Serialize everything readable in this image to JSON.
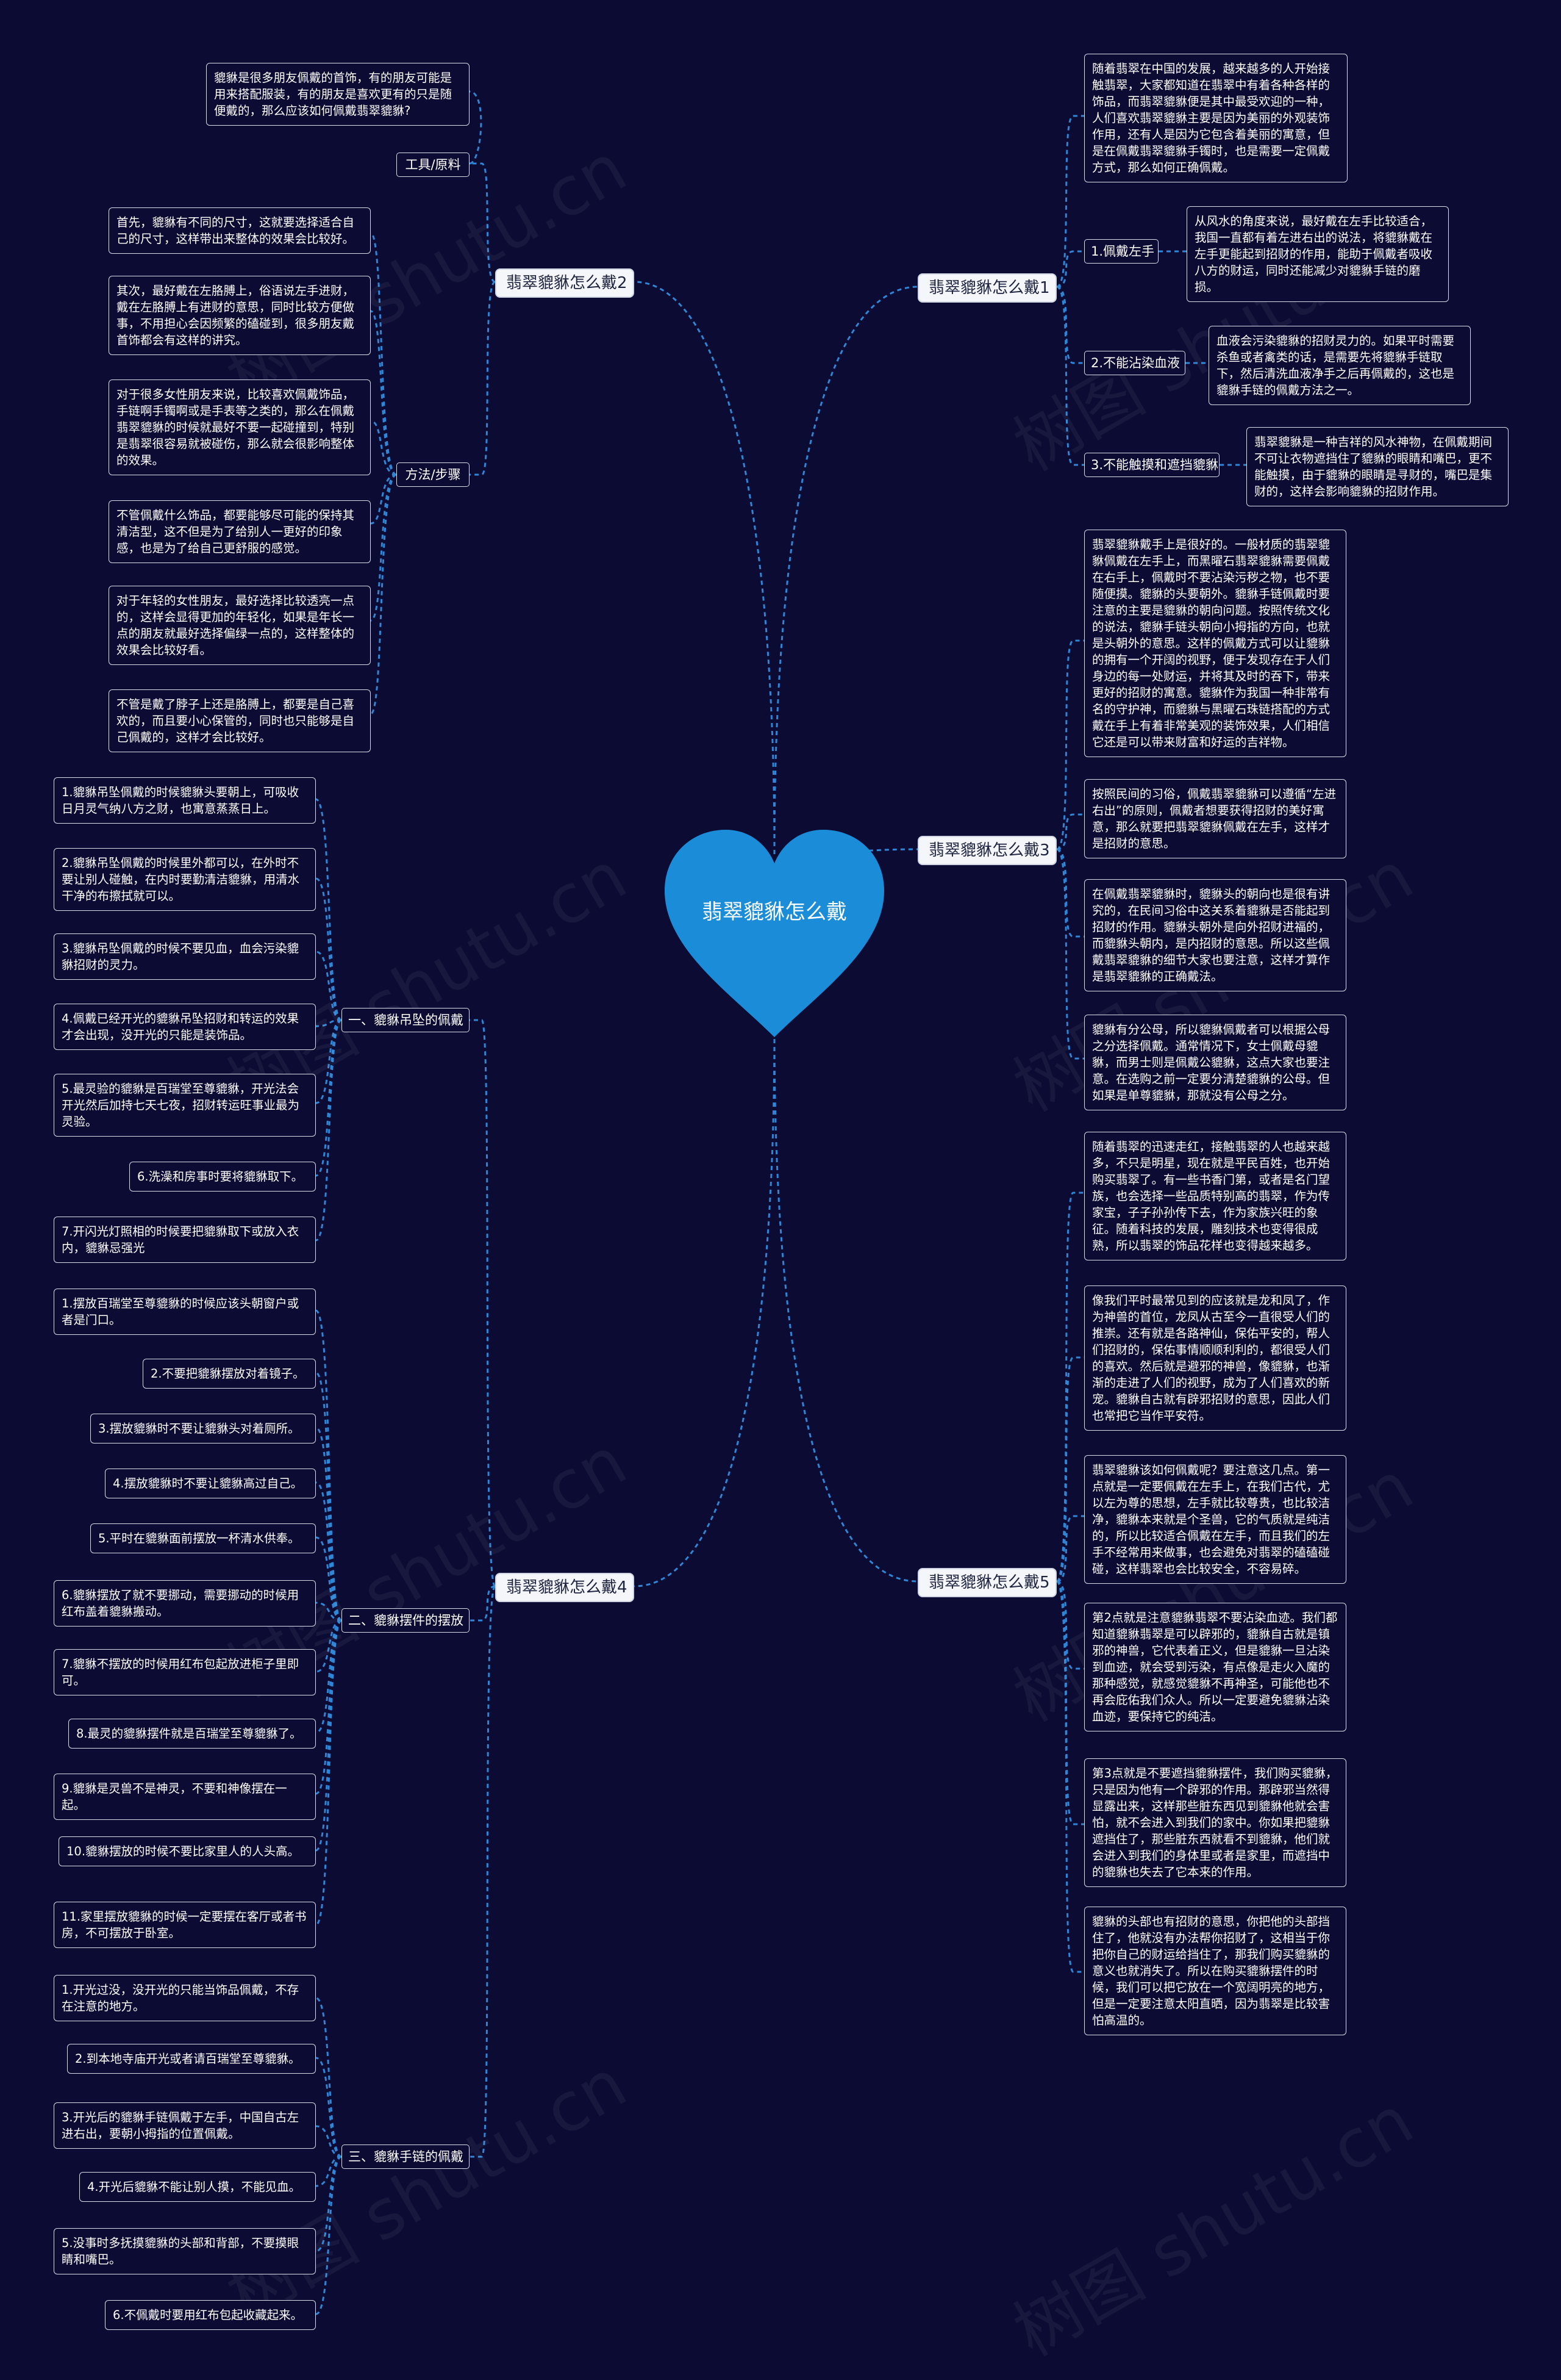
{
  "center": {
    "title": "翡翠貔貅怎么戴",
    "color": "#1a8cd8"
  },
  "colors": {
    "background": "#0c0b33",
    "link": "#2f86d6"
  },
  "watermark": "树图 shutu.cn",
  "branches": {
    "b1": "翡翠貔貅怎么戴1",
    "b2": "翡翠貔貅怎么戴2",
    "b3": "翡翠貔貅怎么戴3",
    "b4": "翡翠貔貅怎么戴4",
    "b5": "翡翠貔貅怎么戴5"
  },
  "b1": {
    "intro": "随着翡翠在中国的发展，越来越多的人开始接触翡翠，大家都知道在翡翠中有着各种各样的饰品，而翡翠貔貅便是其中最受欢迎的一种，人们喜欢翡翠貔貅主要是因为美丽的外观装饰作用，还有人是因为它包含着美丽的寓意，但是在佩戴翡翠貔貅手镯时，也是需要一定佩戴方式，那么如何正确佩戴。",
    "l1": "1.佩戴左手",
    "l1_text": "从风水的角度来说，最好戴在左手比较适合，我国一直都有着左进右出的说法，将貔貅戴在左手更能起到招财的作用，能助于佩戴者吸收八方的财运，同时还能减少对貔貅手链的磨损。",
    "l2": "2.不能沾染血液",
    "l2_text": "血液会污染貔貅的招财灵力的。如果平时需要杀鱼或者禽类的话，是需要先将貔貅手链取下，然后清洗血液净手之后再佩戴的，这也是貔貅手链的佩戴方法之一。",
    "l3": "3.不能触摸和遮挡貔貅",
    "l3_text": "翡翠貔貅是一种吉祥的风水神物，在佩戴期间不可让衣物遮挡住了貔貅的眼睛和嘴巴，更不能触摸，由于貔貅的眼睛是寻财的，嘴巴是集财的，这样会影响貔貅的招财作用。"
  },
  "b2": {
    "tools_label": "工具/原料",
    "tools_text": "貔貅是很多朋友佩戴的首饰，有的朋友可能是用来搭配服装，有的朋友是喜欢更有的只是随便戴的，那么应该如何佩戴翡翠貔貅?",
    "steps_label": "方法/步骤",
    "steps": [
      "首先，貔貅有不同的尺寸，这就要选择适合自己的尺寸，这样带出来整体的效果会比较好。",
      "其次，最好戴在左胳膊上，俗语说左手进财，戴在左胳膊上有进财的意思，同时比较方便做事，不用担心会因频繁的磕碰到，很多朋友戴首饰都会有这样的讲究。",
      "对于很多女性朋友来说，比较喜欢佩戴饰品，手链啊手镯啊或是手表等之类的，那么在佩戴翡翠貔貅的时候就最好不要一起碰撞到，特别是翡翠很容易就被碰伤，那么就会很影响整体的效果。",
      "不管佩戴什么饰品，都要能够尽可能的保持其清洁型，这不但是为了给别人一更好的印象感，也是为了给自己更舒服的感觉。",
      "对于年轻的女性朋友，最好选择比较透亮一点的，这样会显得更加的年轻化，如果是年长一点的朋友就最好选择偏绿一点的，这样整体的效果会比较好看。",
      "不管是戴了脖子上还是胳膊上，都要是自己喜欢的，而且要小心保管的，同时也只能够是自己佩戴的，这样才会比较好。"
    ]
  },
  "b3": {
    "items": [
      "翡翠貔貅戴手上是很好的。一般材质的翡翠貔貅佩戴在左手上，而黑曜石翡翠貔貅需要佩戴在右手上，佩戴时不要沾染污秽之物，也不要随便摸。貔貅的头要朝外。貔貅手链佩戴时要注意的主要是貔貅的朝向问题。按照传统文化的说法，貔貅手链头朝向小拇指的方向，也就是头朝外的意思。这样的佩戴方式可以让貔貅的拥有一个开阔的视野，便于发现存在于人们身边的每一处财运，并将其及时的吞下，带来更好的招财的寓意。貔貅作为我国一种非常有名的守护神，而貔貅与黑曜石珠链搭配的方式戴在手上有着非常美观的装饰效果，人们相信它还是可以带来财富和好运的吉祥物。",
      "按照民间的习俗，佩戴翡翠貔貅可以遵循“左进右出”的原则，佩戴者想要获得招财的美好寓意，那么就要把翡翠貔貅佩戴在左手，这样才是招财的意思。",
      "在佩戴翡翠貔貅时，貔貅头的朝向也是很有讲究的，在民间习俗中这关系着貔貅是否能起到招财的作用。貔貅头朝外是向外招财进福的，而貔貅头朝内，是内招财的意思。所以这些佩戴翡翠貔貅的细节大家也要注意，这样才算作是翡翠貔貅的正确戴法。",
      "貔貅有分公母，所以貔貅佩戴者可以根据公母之分选择佩戴。通常情况下，女士佩戴母貔貅，而男士则是佩戴公貔貅，这点大家也要注意。在选购之前一定要分清楚貔貅的公母。但如果是单尊貔貅，那就没有公母之分。"
    ]
  },
  "b4": {
    "s1_label": "一、貔貅吊坠的佩戴",
    "s1": [
      "1.貔貅吊坠佩戴的时候貔貅头要朝上，可吸收日月灵气纳八方之财，也寓意蒸蒸日上。",
      "2.貔貅吊坠佩戴的时候里外都可以，在外时不要让别人碰触，在内时要勤清洁貔貅，用清水干净的布擦拭就可以。",
      "3.貔貅吊坠佩戴的时候不要见血，血会污染貔貅招财的灵力。",
      "4.佩戴已经开光的貔貅吊坠招财和转运的效果才会出现，没开光的只能是装饰品。",
      "5.最灵验的貔貅是百瑞堂至尊貔貅，开光法会开光然后加持七天七夜，招财转运旺事业最为灵验。",
      "6.洗澡和房事时要将貔貅取下。",
      "7.开闪光灯照相的时候要把貔貅取下或放入衣内，貔貅忌强光"
    ],
    "s2_label": "二、貔貅摆件的摆放",
    "s2": [
      "1.摆放百瑞堂至尊貔貅的时候应该头朝窗户或者是门口。",
      "2.不要把貔貅摆放对着镜子。",
      "3.摆放貔貅时不要让貔貅头对着厕所。",
      "4.摆放貔貅时不要让貔貅高过自己。",
      "5.平时在貔貅面前摆放一杯清水供奉。",
      "6.貔貅摆放了就不要挪动，需要挪动的时候用红布盖着貔貅搬动。",
      "7.貔貅不摆放的时候用红布包起放进柜子里即可。",
      "8.最灵的貔貅摆件就是百瑞堂至尊貔貅了。",
      "9.貔貅是灵兽不是神灵，不要和神像摆在一起。",
      "10.貔貅摆放的时候不要比家里人的人头高。",
      "11.家里摆放貔貅的时候一定要摆在客厅或者书房，不可摆放于卧室。"
    ],
    "s3_label": "三、貔貅手链的佩戴",
    "s3": [
      "1.开光过没，没开光的只能当饰品佩戴，不存在注意的地方。",
      "2.到本地寺庙开光或者请百瑞堂至尊貔貅。",
      "3.开光后的貔貅手链佩戴于左手，中国自古左进右出，要朝小拇指的位置佩戴。",
      "4.开光后貔貅不能让别人摸，不能见血。",
      "5.没事时多抚摸貔貅的头部和背部，不要摸眼睛和嘴巴。",
      "6.不佩戴时要用红布包起收藏起来。"
    ]
  },
  "b5": {
    "items": [
      "随着翡翠的迅速走红，接触翡翠的人也越来越多，不只是明星，现在就是平民百姓，也开始购买翡翠了。有一些书香门第，或者是名门望族，也会选择一些品质特别高的翡翠，作为传家宝，子子孙孙传下去，作为家族兴旺的象征。随着科技的发展，雕刻技术也变得很成熟，所以翡翠的饰品花样也变得越来越多。",
      "像我们平时最常见到的应该就是龙和凤了，作为神兽的首位，龙凤从古至今一直很受人们的推崇。还有就是各路神仙，保佑平安的，帮人们招财的，保佑事情顺顺利利的，都很受人们的喜欢。然后就是避邪的神兽，像貔貅，也渐渐的走进了人们的视野，成为了人们喜欢的新宠。貔貅自古就有辟邪招财的意思，因此人们也常把它当作平安符。",
      "翡翠貔貅该如何佩戴呢？要注意这几点。第一点就是一定要佩戴在左手上，在我们古代，尤以左为尊的思想，左手就比较尊贵，也比较洁净，貔貅本来就是个圣兽，它的气质就是纯洁的，所以比较适合佩戴在左手，而且我们的左手不经常用来做事，也会避免对翡翠的磕磕碰碰，这样翡翠也会比较安全，不容易碎。",
      "第2点就是注意貔貅翡翠不要沾染血迹。我们都知道貔貅翡翠是可以辟邪的，貔貅自古就是镇邪的神兽，它代表着正义，但是貔貅一旦沾染到血迹，就会受到污染，有点像是走火入魔的那种感觉，就感觉貔貅不再神圣，可能他也不再会庇佑我们众人。所以一定要避免貔貅沾染血迹，要保持它的纯洁。",
      "第3点就是不要遮挡貔貅摆件，我们购买貔貅，只是因为他有一个辟邪的作用。那辟邪当然得显露出来，这样那些脏东西见到貔貅他就会害怕，就不会进入到我们的家中。你如果把貔貅遮挡住了，那些脏东西就看不到貔貅，他们就会进入到我们的身体里或者是家里，而遮挡中的貔貅也失去了它本来的作用。",
      "貔貅的头部也有招财的意思，你把他的头部挡住了，他就没有办法帮你招财了，这相当于你把你自己的财运给挡住了，那我们购买貔貅的意义也就消失了。所以在购买貔貅摆件的时候，我们可以把它放在一个宽阔明亮的地方，但是一定要注意太阳直晒，因为翡翠是比较害怕高温的。"
    ]
  }
}
